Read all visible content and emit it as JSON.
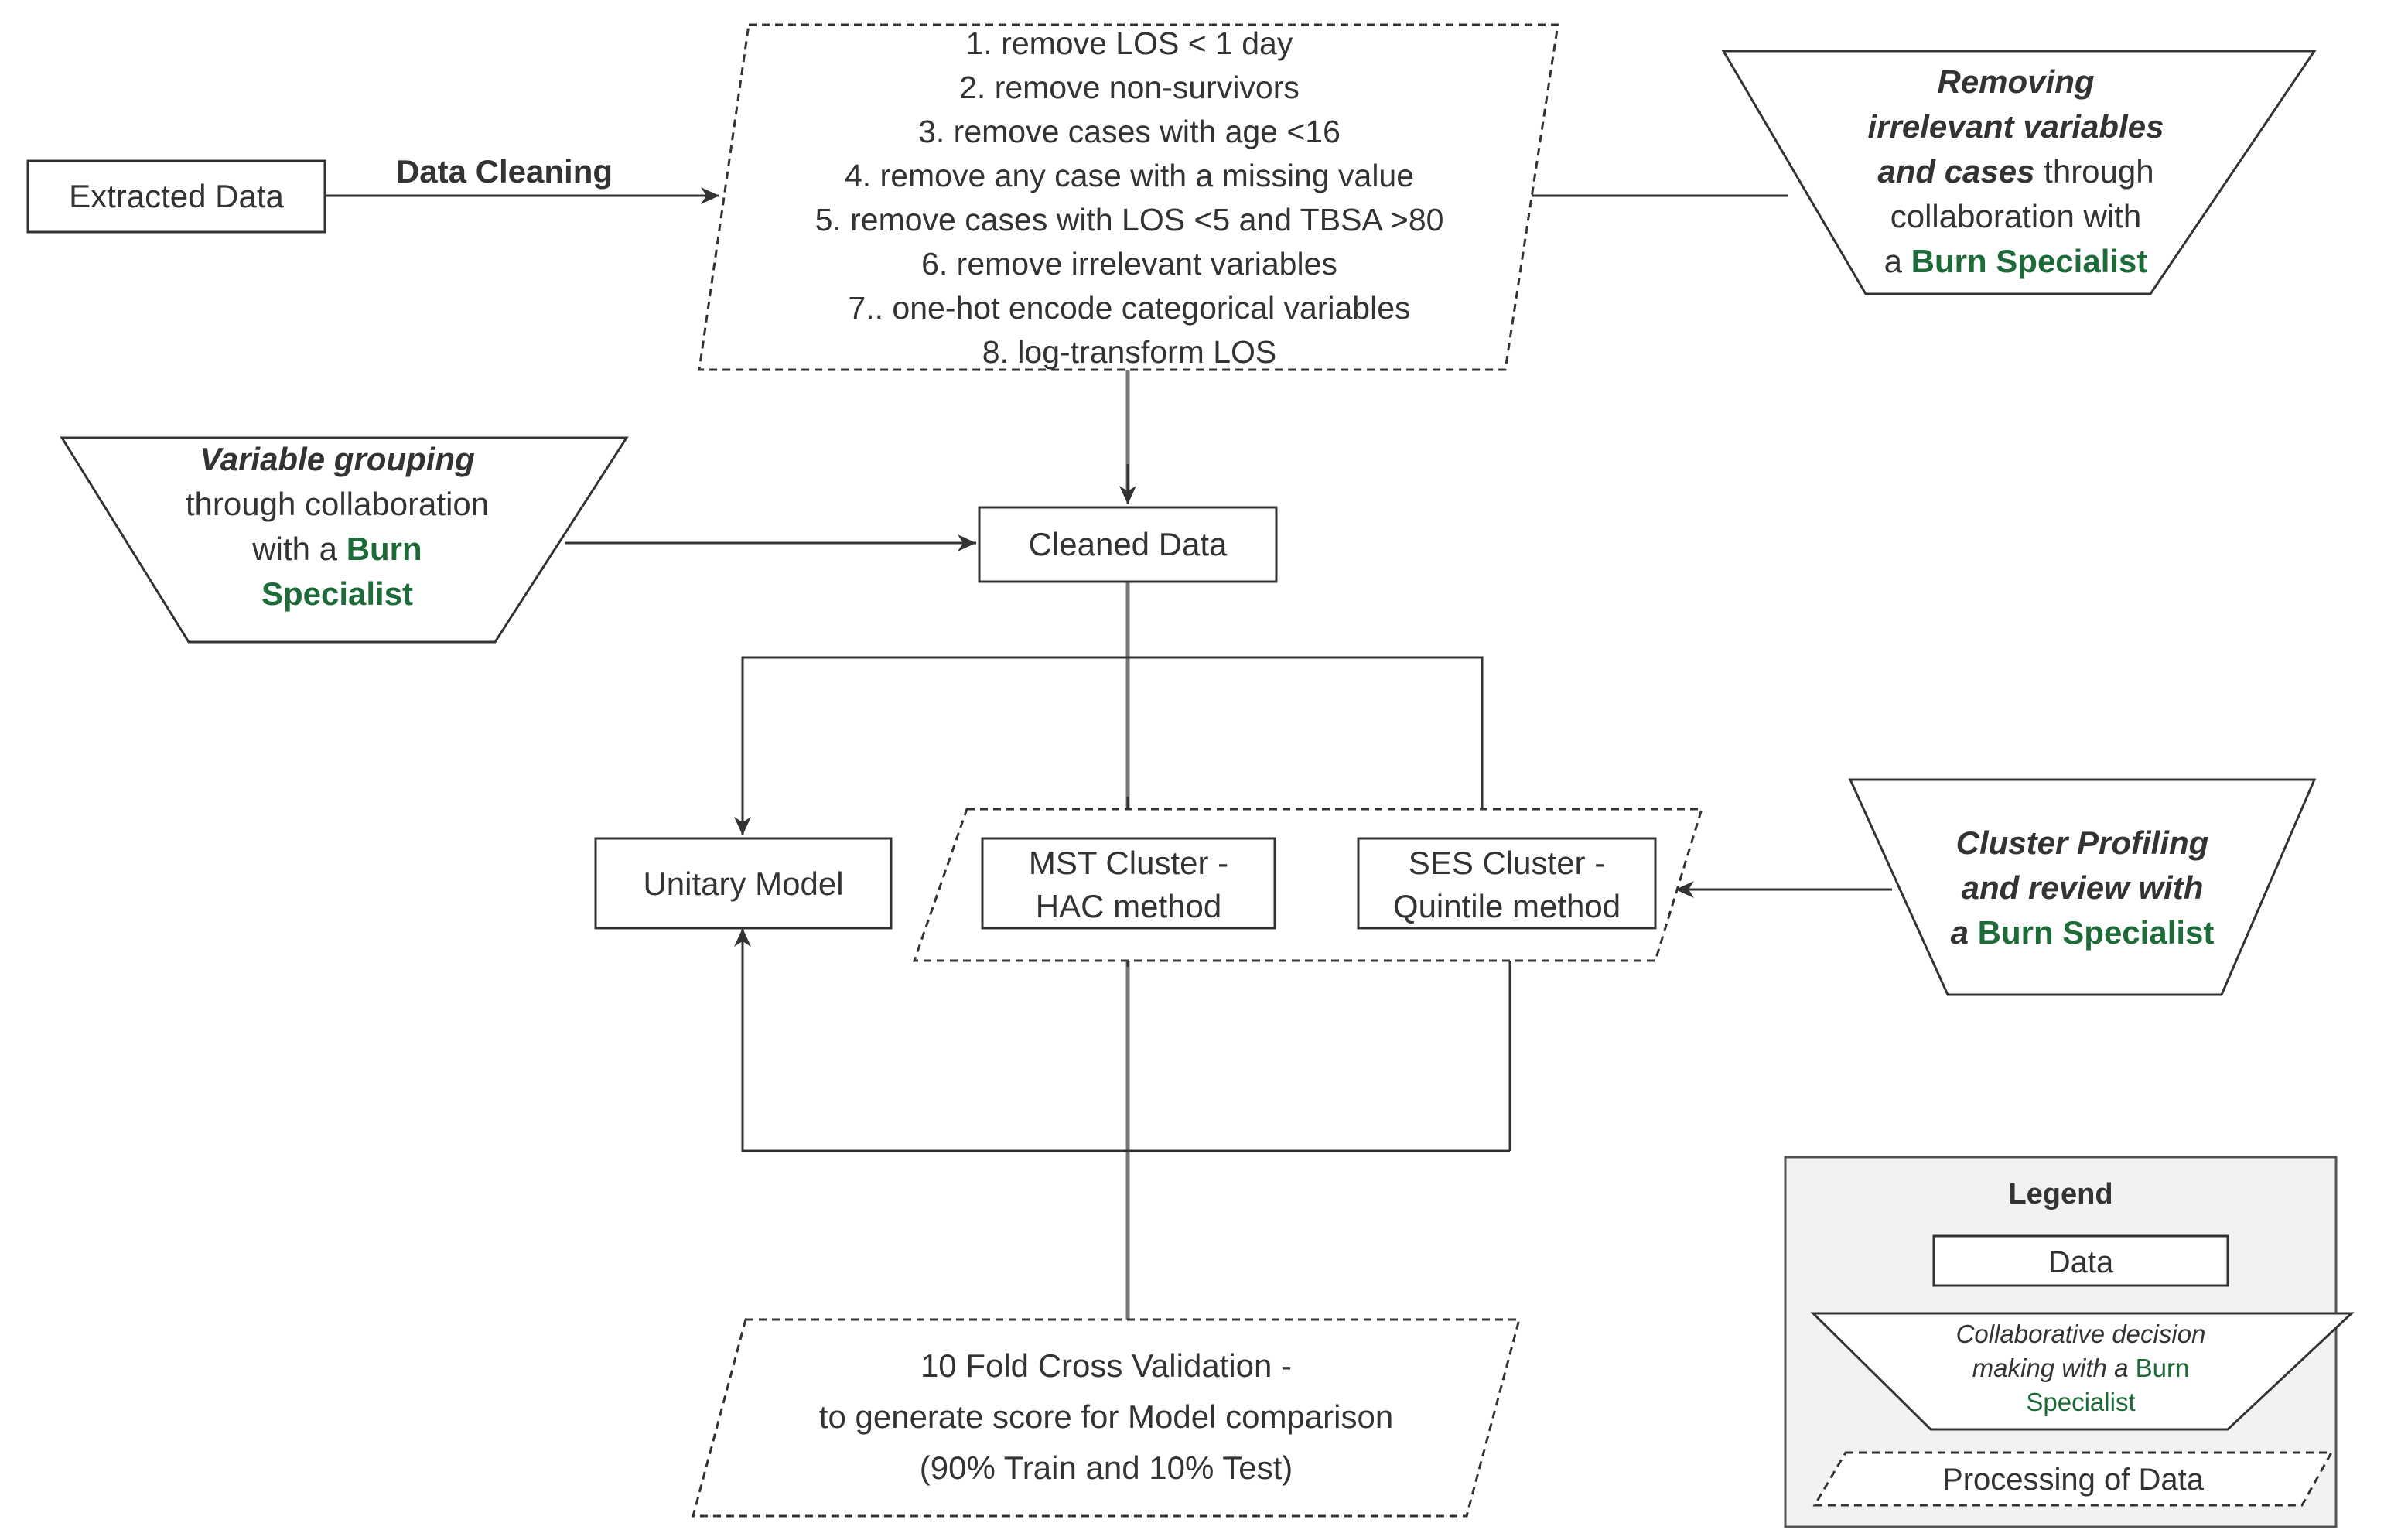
{
  "nodes": {
    "extracted_data": "Extracted Data",
    "data_cleaning_label": "Data Cleaning",
    "cleaning_steps": [
      "1. remove LOS < 1 day",
      "2. remove non-survivors",
      "3. remove cases with age <16",
      "4. remove any case with a missing value",
      "5. remove cases with LOS <5 and TBSA >80",
      "6. remove irrelevant variables",
      "7.. one-hot encode categorical variables",
      "8. log-transform LOS"
    ],
    "cleaned_data": "Cleaned Data",
    "unitary_model": "Unitary Model",
    "mst_cluster": {
      "line1": "MST Cluster -",
      "line2": "HAC method"
    },
    "ses_cluster": {
      "line1": "SES Cluster -",
      "line2": "Quintile method"
    },
    "cross_validation": {
      "line1": "10 Fold Cross Validation -",
      "line2": "to generate score for Model comparison",
      "line3": "(90% Train and 10% Test)"
    }
  },
  "collaboration": {
    "removing": {
      "l1": "Removing",
      "l2": "irrelevant variables",
      "l3a": "and cases",
      "l3b": " through",
      "l4": "collaboration with",
      "l5a": "a ",
      "l5b": "Burn Specialist"
    },
    "grouping": {
      "l1": "Variable grouping",
      "l2": "through collaboration",
      "l3a": "with a ",
      "l3b": "Burn",
      "l4": "Specialist"
    },
    "profiling": {
      "l1": "Cluster Profiling",
      "l2": "and review with",
      "l3a": "a ",
      "l3b": "Burn Specialist"
    }
  },
  "legend": {
    "title": "Legend",
    "data": "Data",
    "collab_l1": "Collaborative decision",
    "collab_l2a": "making with a ",
    "collab_l2b": "Burn",
    "collab_l3": "Specialist",
    "processing": "Processing of Data"
  },
  "colors": {
    "line": "#333333",
    "specialist_green": "#1e6b3a",
    "legend_bg": "#f2f2f2"
  }
}
